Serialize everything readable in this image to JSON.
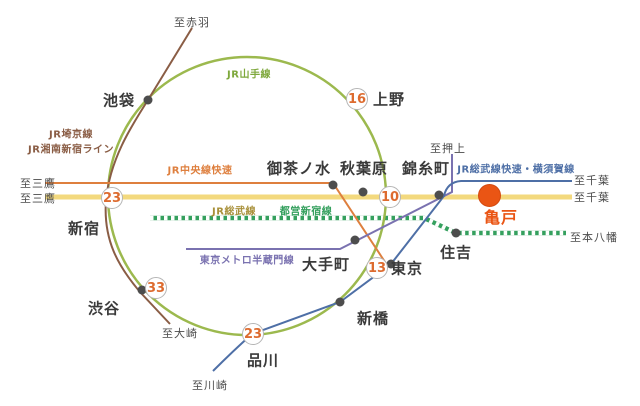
{
  "map": {
    "line_labels": {
      "yamanote": "JR山手線",
      "saikyo": "JR埼京線",
      "shonan_shinjuku": "JR湘南新宿ライン",
      "chuo_rapid": "JR中央線快速",
      "sobu": "JR総武線",
      "toei_shinjuku": "都営新宿線",
      "hanzomon": "東京メトロ半蔵門線",
      "sobu_rapid_yokosuka": "JR総武線快速・横須賀線"
    },
    "colors": {
      "yamanote": "#9cb94e",
      "yamanote_label": "#7ea83c",
      "saikyo": "#8a5d45",
      "chuo_rapid": "#de7f3e",
      "sobu": "#f3d97e",
      "sobu_label": "#a8903a",
      "toei_shinjuku": "#35a05e",
      "hanzomon": "#7a72b0",
      "sobu_rapid_yokosuka": "#4e6fa6",
      "station_dot": "#4d4d4d",
      "time_number": "#dd6b2f",
      "highlight_station": "#ea5514",
      "station_text": "#3a3a3a"
    },
    "stations": [
      {
        "name": "池袋"
      },
      {
        "name": "上野"
      },
      {
        "name": "新宿"
      },
      {
        "name": "渋谷"
      },
      {
        "name": "品川"
      },
      {
        "name": "新橋"
      },
      {
        "name": "東京"
      },
      {
        "name": "大手町"
      },
      {
        "name": "御茶ノ水"
      },
      {
        "name": "秋葉原"
      },
      {
        "name": "錦糸町"
      },
      {
        "name": "住吉"
      },
      {
        "name": "亀戸",
        "highlight": true
      }
    ],
    "times": [
      {
        "minutes": "16",
        "near": "上野"
      },
      {
        "minutes": "23",
        "near": "新宿"
      },
      {
        "minutes": "10",
        "near": "秋葉原"
      },
      {
        "minutes": "13",
        "near": "東京"
      },
      {
        "minutes": "33",
        "near": "渋谷"
      },
      {
        "minutes": "23",
        "near": "品川"
      }
    ],
    "directions": [
      {
        "label": "至赤羽"
      },
      {
        "label": "至三鷹"
      },
      {
        "label": "至三鷹"
      },
      {
        "label": "至大崎"
      },
      {
        "label": "至川崎"
      },
      {
        "label": "至押上"
      },
      {
        "label": "至千葉"
      },
      {
        "label": "至千葉"
      },
      {
        "label": "至本八幡"
      }
    ]
  }
}
